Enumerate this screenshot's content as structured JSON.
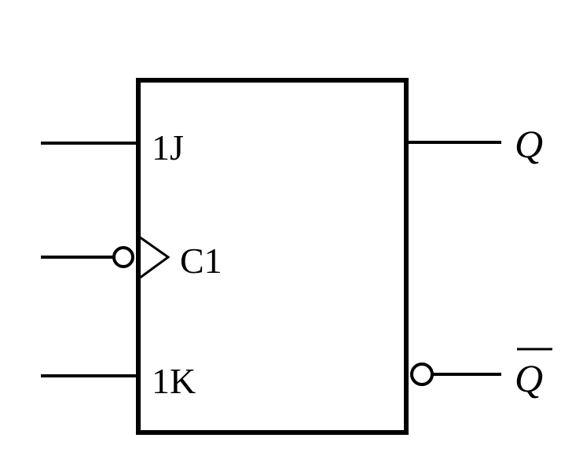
{
  "diagram": {
    "inputs": {
      "j_label": "1J",
      "clock_label": "C1",
      "k_label": "1K"
    },
    "outputs": {
      "q_label": "Q",
      "q_bar_label": "Q"
    },
    "colors": {
      "stroke": "#000000",
      "background": "#ffffff"
    }
  }
}
